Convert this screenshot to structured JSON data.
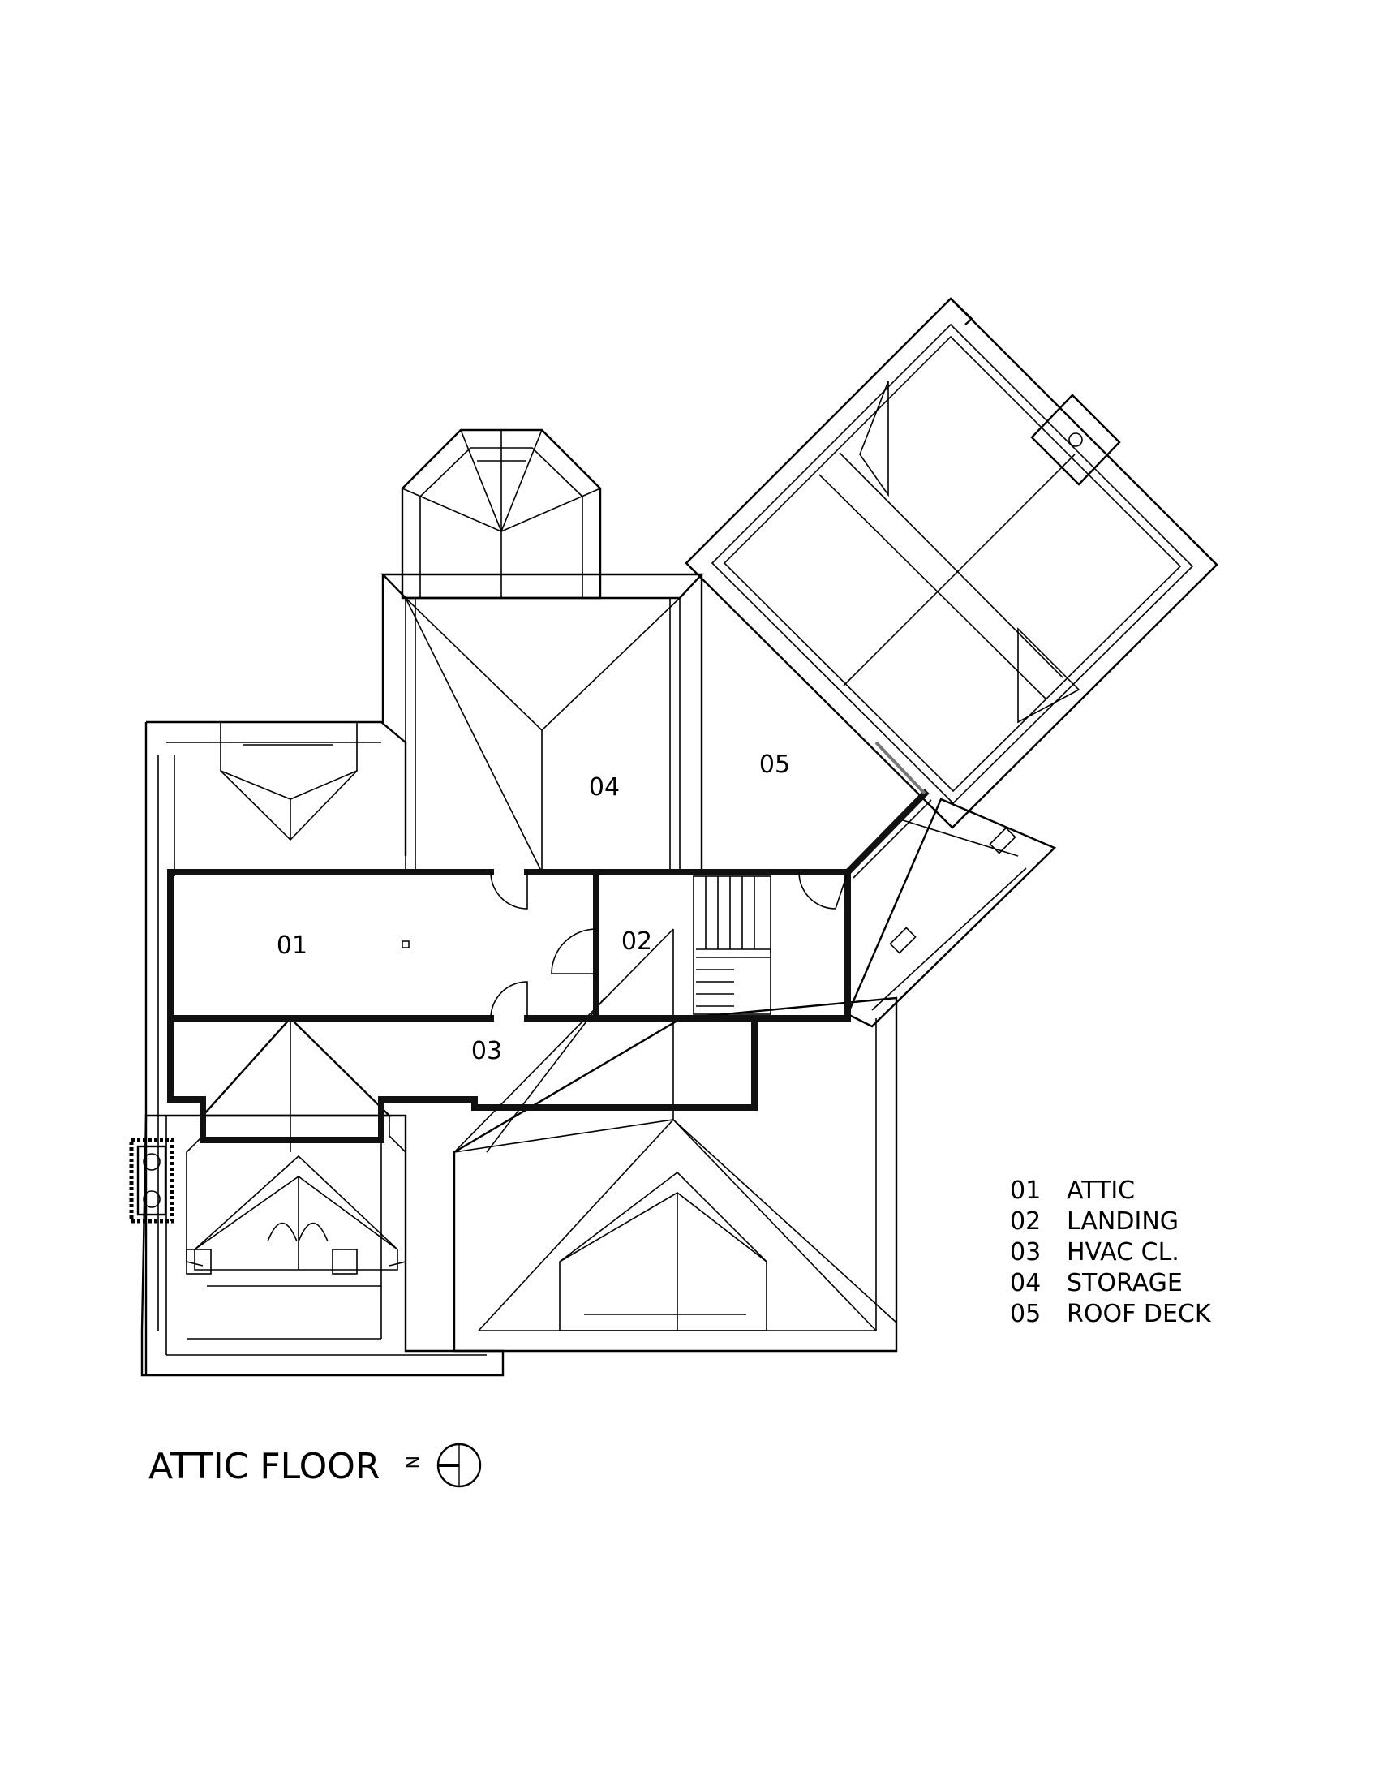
{
  "drawing": {
    "title": "ATTIC FLOOR",
    "north_letter": "N"
  },
  "rooms": [
    {
      "number": "01"
    },
    {
      "number": "02"
    },
    {
      "number": "03"
    },
    {
      "number": "04"
    },
    {
      "number": "05"
    }
  ],
  "legend": [
    {
      "number": "01",
      "name": "ATTIC"
    },
    {
      "number": "02",
      "name": "LANDING"
    },
    {
      "number": "03",
      "name": "HVAC CL."
    },
    {
      "number": "04",
      "name": "STORAGE"
    },
    {
      "number": "05",
      "name": "ROOF DECK"
    }
  ]
}
